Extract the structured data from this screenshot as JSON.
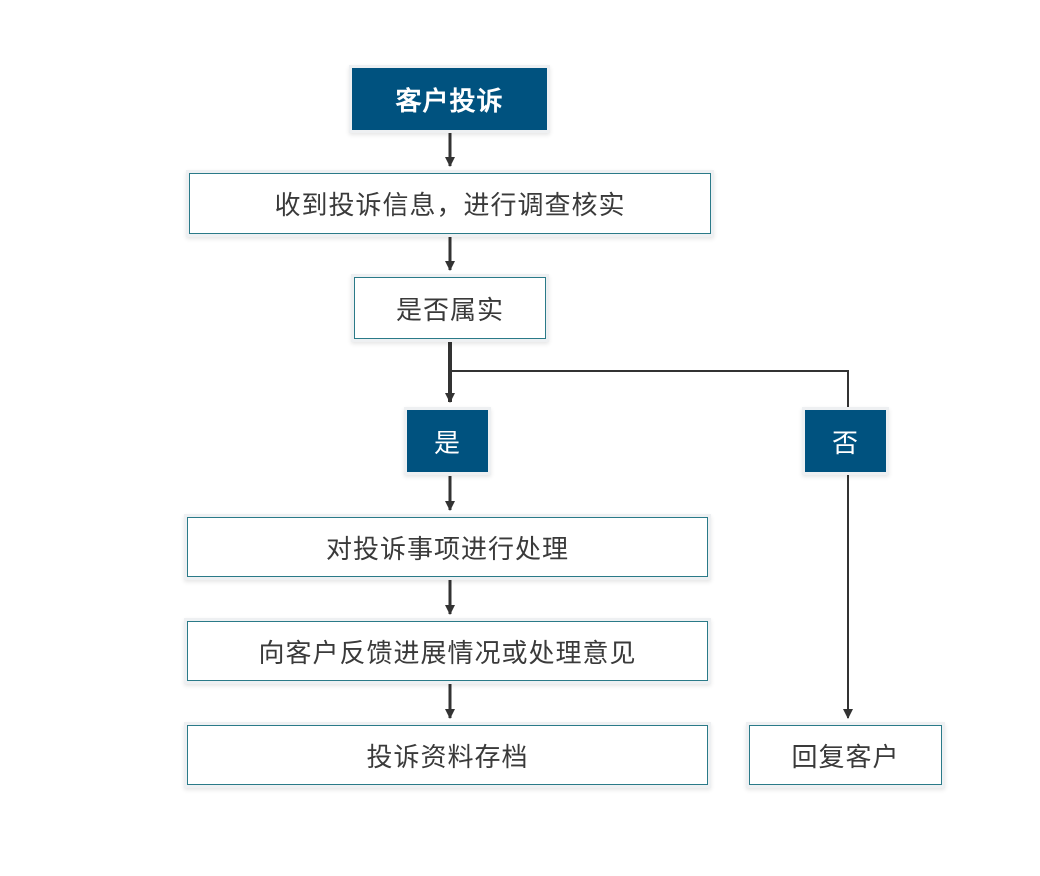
{
  "colors": {
    "dark_fill": "#00527f",
    "light_border": "#2a7a88",
    "connector": "#333333"
  },
  "nodes": {
    "customer_complaint": "客户投诉",
    "receive_and_investigate": "收到投诉信息，进行调查核实",
    "is_it_true": "是否属实",
    "branch_yes": "是",
    "branch_no": "否",
    "handle_complaint": "对投诉事项进行处理",
    "feedback_progress": "向客户反馈进展情况或处理意见",
    "archive_materials": "投诉资料存档",
    "reply_customer": "回复客户"
  }
}
